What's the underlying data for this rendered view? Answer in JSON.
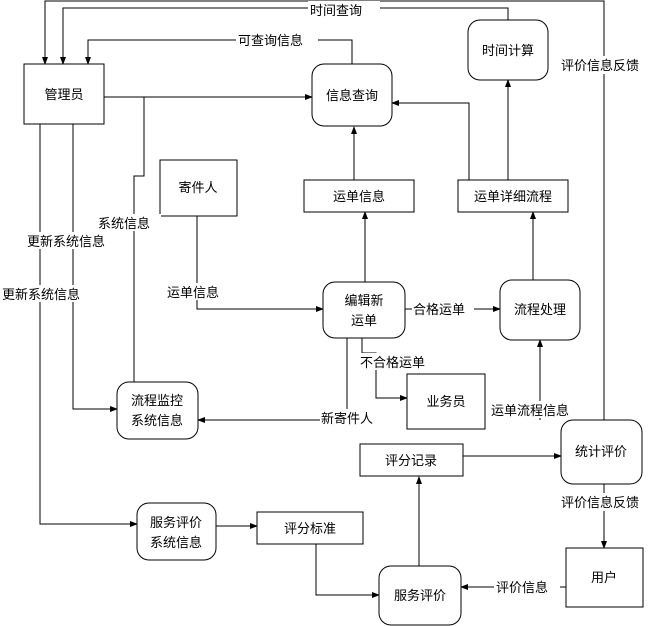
{
  "nodes": {
    "admin": "管理员",
    "info_query": "信息查询",
    "time_calc": "时间计算",
    "sender": "寄件人",
    "waybill_info": "运单信息",
    "waybill_detail": "运单详细流程",
    "edit_waybill_1": "编辑新",
    "edit_waybill_2": "运单",
    "process_handle": "流程处理",
    "clerk": "业务员",
    "monitor_1": "流程监控",
    "monitor_2": "系统信息",
    "stat_eval": "统计评价",
    "eval_record": "评分记录",
    "service_sys_1": "服务评价",
    "service_sys_2": "系统信息",
    "score_std": "评分标准",
    "service_eval": "服务评价",
    "user": "用户"
  },
  "labels": {
    "time_query": "时间查询",
    "queryable_info": "可查询信息",
    "eval_feedback_top": "评价信息反馈",
    "system_info": "系统信息",
    "update_sys_1": "更新系统信息",
    "update_sys_2": "更新系统信息",
    "waybill_info_edge": "运单信息",
    "qualified": "合格运单",
    "unqualified": "不合格运单",
    "new_sender": "新寄件人",
    "waybill_flow_info": "运单流程信息",
    "eval_feedback_bottom": "评价信息反馈",
    "eval_info": "评价信息"
  }
}
